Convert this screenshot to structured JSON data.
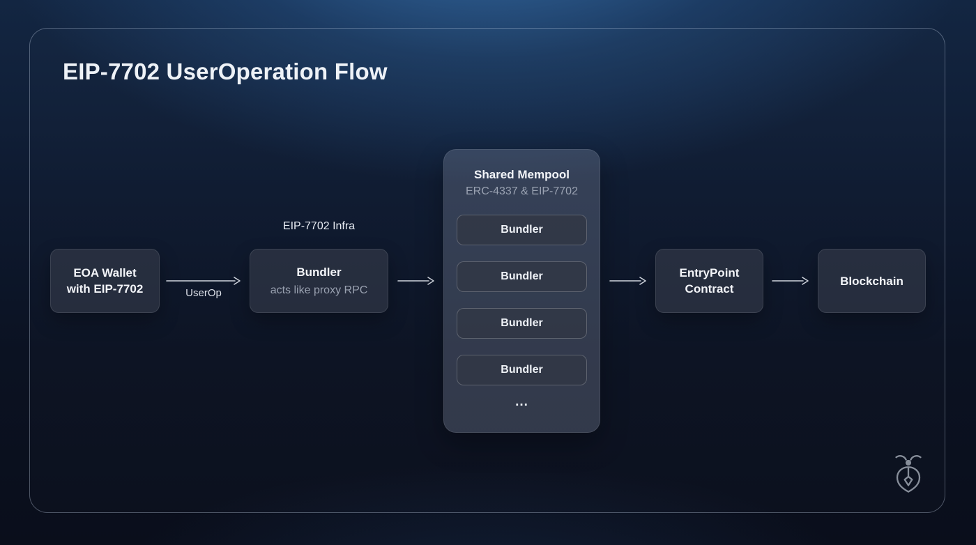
{
  "title": "EIP-7702 UserOperation Flow",
  "nodes": {
    "eoa": {
      "line1": "EOA Wallet",
      "line2": "with EIP-7702"
    },
    "bundler": {
      "label_above": "EIP-7702 Infra",
      "title": "Bundler",
      "subtitle": "acts like proxy RPC"
    },
    "mempool": {
      "title": "Shared Mempool",
      "subtitle": "ERC-4337 & EIP-7702",
      "bundlers": [
        "Bundler",
        "Bundler",
        "Bundler",
        "Bundler"
      ],
      "ellipsis": "..."
    },
    "entrypoint": {
      "line1": "EntryPoint",
      "line2": "Contract"
    },
    "blockchain": {
      "label": "Blockchain"
    }
  },
  "arrows": {
    "userop_label": "UserOp"
  },
  "icons": {
    "logo": "firefly-icon"
  },
  "colors": {
    "glow_blue": "#3e7dbc",
    "background_dark": "#0a0e1b",
    "node_bg": "#343a49",
    "muted_text": "#99a1b0",
    "text": "#f3f5f9"
  }
}
